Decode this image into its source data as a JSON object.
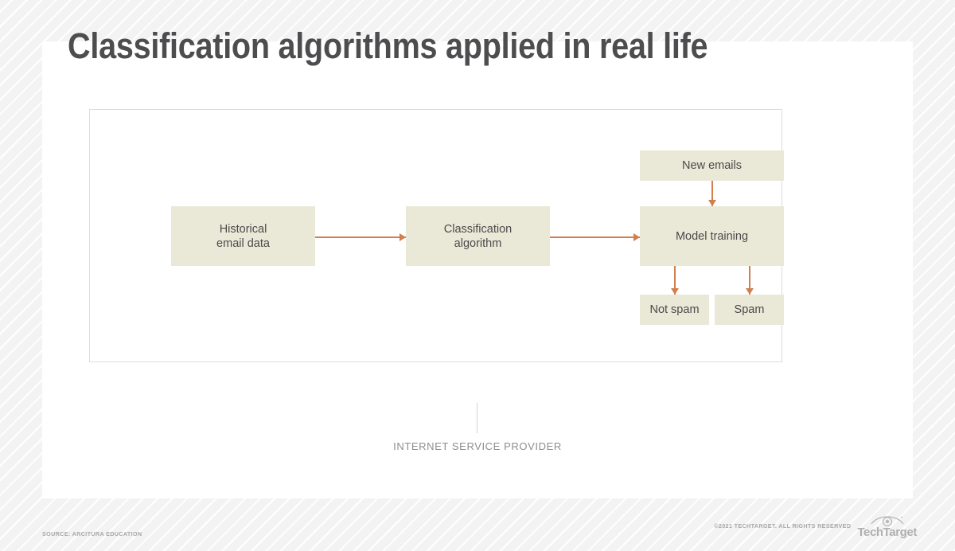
{
  "title": "Classification algorithms applied in real life",
  "diagram": {
    "nodes": [
      {
        "id": "historical",
        "label": "Historical\nemail data"
      },
      {
        "id": "classification",
        "label": "Classification\nalgorithm"
      },
      {
        "id": "model",
        "label": "Model training"
      },
      {
        "id": "new_emails",
        "label": "New emails"
      },
      {
        "id": "not_spam",
        "label": "Not spam"
      },
      {
        "id": "spam",
        "label": "Spam"
      }
    ],
    "edges": [
      {
        "from": "historical",
        "to": "classification",
        "direction": "right"
      },
      {
        "from": "classification",
        "to": "model",
        "direction": "right"
      },
      {
        "from": "new_emails",
        "to": "model",
        "direction": "down"
      },
      {
        "from": "model",
        "to": "not_spam",
        "direction": "down"
      },
      {
        "from": "model",
        "to": "spam",
        "direction": "down"
      }
    ],
    "boundary_label": "INTERNET SERVICE PROVIDER",
    "colors": {
      "node_fill": "#eae8d7",
      "node_text": "#4a4a4a",
      "arrow": "#d07f4f",
      "frame_border": "#dddddd",
      "boundary_text": "#8e8e8e"
    }
  },
  "footer": {
    "source": "SOURCE: ARCITURA EDUCATION",
    "copyright": "©2021 TECHTARGET. ALL RIGHTS RESERVED",
    "brand": "TechTarget"
  }
}
